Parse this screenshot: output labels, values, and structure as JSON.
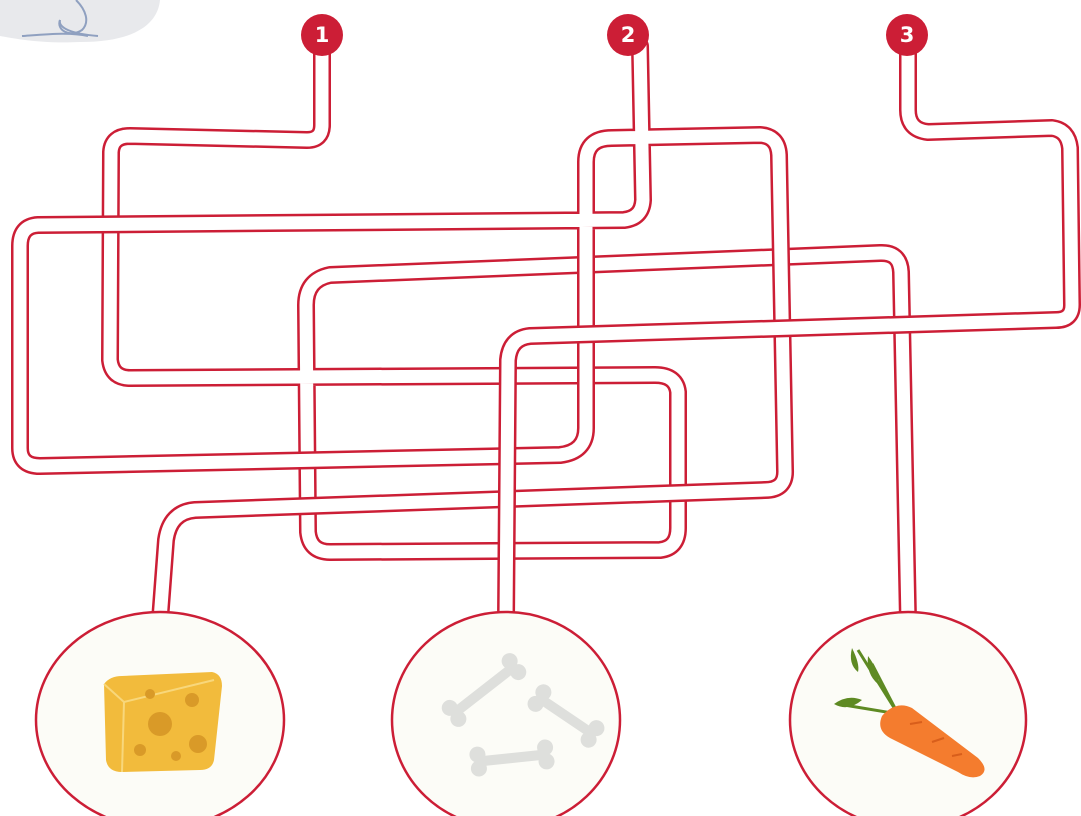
{
  "puzzle": {
    "starts": [
      {
        "label": "1"
      },
      {
        "label": "2"
      },
      {
        "label": "3"
      }
    ],
    "destinations": [
      {
        "item": "cheese"
      },
      {
        "item": "bones"
      },
      {
        "item": "carrot"
      }
    ]
  },
  "colors": {
    "path_stroke": "#cc1e36",
    "badge_fill": "#cc1e36",
    "badge_text": "#ffffff",
    "bubble_fill": "#fcfcf7",
    "cheese": "#f2bb3c",
    "bone": "#dedfdc",
    "carrot": "#f47c2e",
    "carrot_leaf": "#5e8a23"
  }
}
